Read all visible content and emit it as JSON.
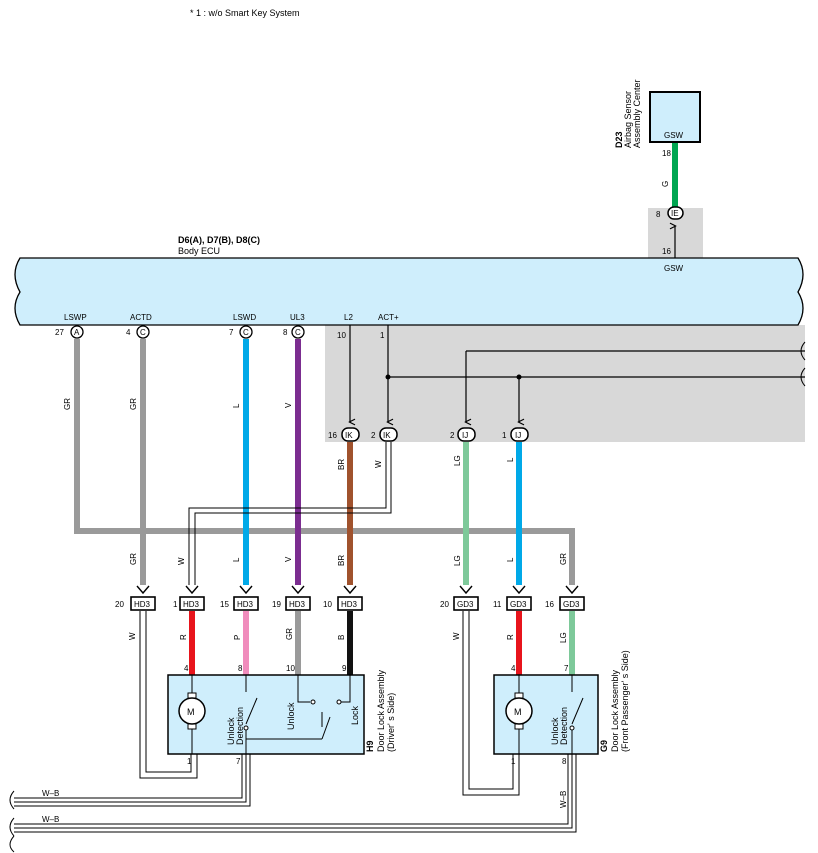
{
  "note": "* 1 : w/o Smart Key System",
  "ecu": {
    "ref": "D6(A), D7(B), D8(C)",
    "name": "Body ECU",
    "gsw": "GSW",
    "terminals": [
      {
        "name": "LSWP",
        "pin": "27",
        "conn": "A"
      },
      {
        "name": "ACTD",
        "pin": "4",
        "conn": "C"
      },
      {
        "name": "LSWD",
        "pin": "7",
        "conn": "C"
      },
      {
        "name": "UL3",
        "pin": "8",
        "conn": "C"
      },
      {
        "name": "L2",
        "pin": "10"
      },
      {
        "name": "ACT+",
        "pin": "1"
      }
    ]
  },
  "airbag": {
    "ref": "D23",
    "name1": "Airbag Sensor",
    "name2": "Assembly Center",
    "terminal": "GSW",
    "pin": "18",
    "wire": "G",
    "joint_conn": "IE",
    "joint_pin_top": "8",
    "joint_pin_bottom": "16"
  },
  "ik": {
    "conn": "IK",
    "pin1": "16",
    "pin2": "2"
  },
  "ij": {
    "conn": "IJ",
    "pin1": "2",
    "pin2": "1"
  },
  "wires": {
    "gr": "GR",
    "l": "L",
    "v": "V",
    "br": "BR",
    "w": "W",
    "lg": "LG",
    "r": "R",
    "p": "P",
    "b": "B",
    "g": "G",
    "wb": "W–B"
  },
  "hd3": {
    "conn": "HD3",
    "pins": [
      "20",
      "1",
      "15",
      "19",
      "10"
    ]
  },
  "gd3": {
    "conn": "GD3",
    "pins": [
      "20",
      "11",
      "16"
    ]
  },
  "h9": {
    "ref": "H9",
    "name1": "Door Lock Assembly",
    "name2": "(Driver' s Side)",
    "pins": [
      "4",
      "8",
      "10",
      "9",
      "1",
      "7"
    ],
    "motor": "M",
    "detection1": "Unlock",
    "detection2": "Detection",
    "unlock": "Unlock",
    "lock": "Lock"
  },
  "g9": {
    "ref": "G9",
    "name1": "Door Lock Assembly",
    "name2": "(Front Passenger' s Side)",
    "pins": [
      "4",
      "7",
      "1",
      "8"
    ],
    "motor": "M",
    "detection1": "Unlock",
    "detection2": "Detection"
  },
  "colors": {
    "gray": "#9a9a9a",
    "blue": "#00a9e8",
    "violet": "#7b2d90",
    "brown": "#a0522d",
    "green": "#7ec99a",
    "red": "#e8141c",
    "pink": "#f08cbc",
    "black": "#111111",
    "darkgreen": "#00a651",
    "ecu_fill": "#cfeefc",
    "shade": "#d8d8d8"
  }
}
